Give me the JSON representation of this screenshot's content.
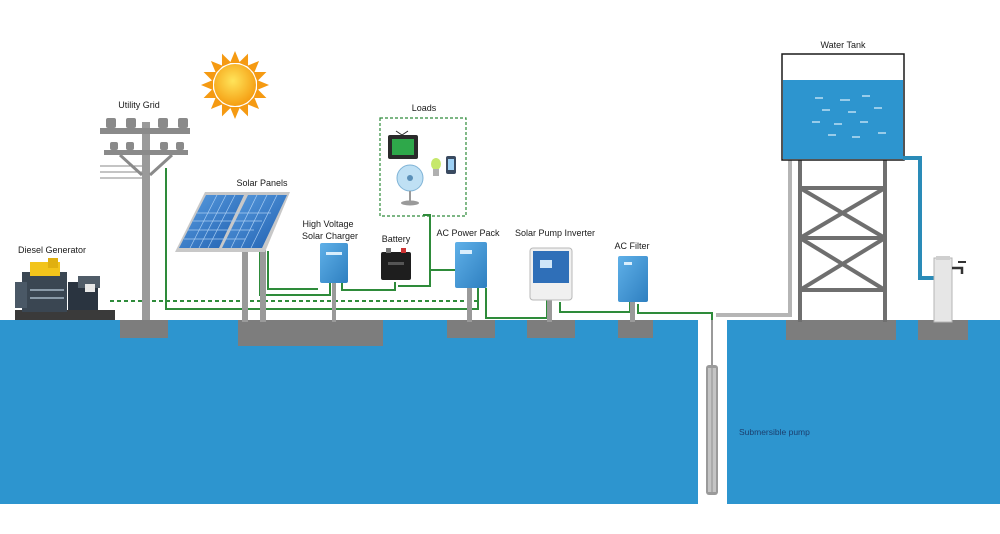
{
  "labels": {
    "utility_grid": "Utility Grid",
    "diesel_generator": "Diesel Generator",
    "solar_panels": "Solar Panels",
    "hv_charger_line1": "High Voltage",
    "hv_charger_line2": "Solar Charger",
    "battery": "Battery",
    "loads": "Loads",
    "ac_power_pack": "AC Power Pack",
    "solar_pump_inverter": "Solar Pump Inverter",
    "ac_filter": "AC Filter",
    "water_tank": "Water Tank",
    "submersible_pump": "Submersible pump"
  },
  "colors": {
    "ground_blue": "#2d95cf",
    "cable_green": "#2e8b3a",
    "device_blue": "#3a8fd0",
    "foundation_gray": "#7a7a7a",
    "pipe_gray": "#b5b5b5",
    "water_blue": "#2d95cf"
  }
}
